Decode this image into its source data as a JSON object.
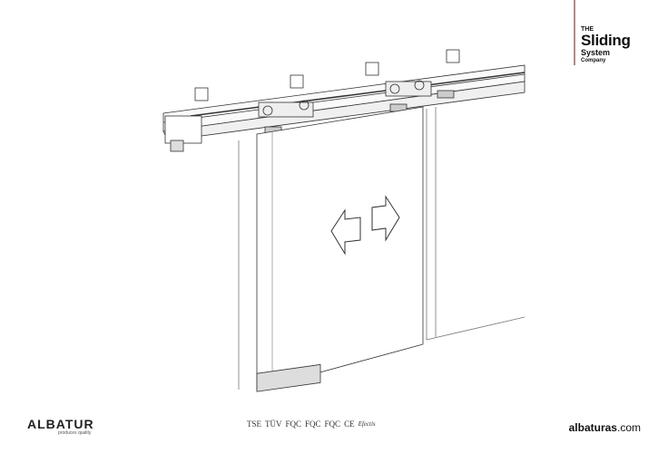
{
  "brand": {
    "the": "THE",
    "sliding": "Sliding",
    "system": "System",
    "company": "Company",
    "accent_color": "#b08a8a"
  },
  "footer": {
    "logo_name": "ALBATUR",
    "logo_tagline": "produces quality",
    "certifications": [
      "TSE",
      "TÜV",
      "FQC",
      "FQC",
      "FQC",
      "CE",
      "Efectis"
    ],
    "website_bold": "albaturas",
    "website_rest": ".com"
  }
}
